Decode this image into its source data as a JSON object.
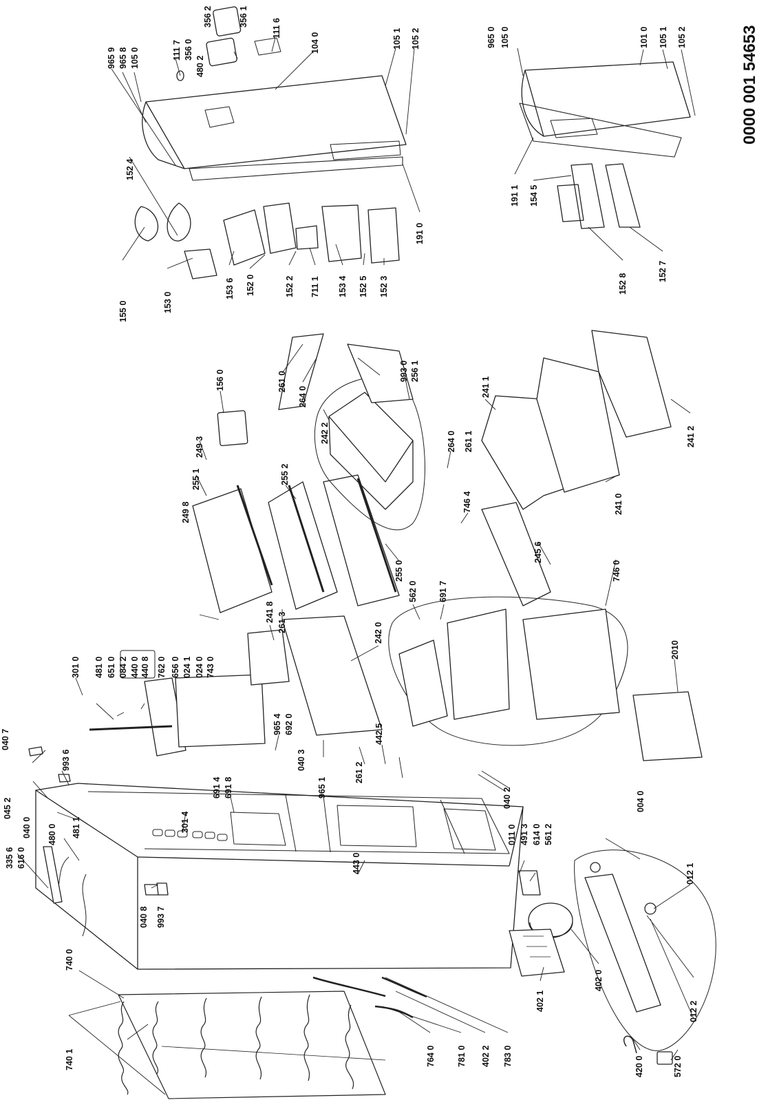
{
  "document_id": "0000 001 54653",
  "parts": [
    "965 9",
    "965 8",
    "105 0",
    "111 7",
    "356 0",
    "356 2",
    "356 1",
    "111 6",
    "480 2",
    "104 0",
    "105 1",
    "105 2",
    "965 0",
    "105 0",
    "101 0",
    "105 1",
    "105 2",
    "191 1",
    "154 5",
    "152 8",
    "152 7",
    "152 4",
    "155 0",
    "153 0",
    "153 6",
    "152 0",
    "152 2",
    "711 1",
    "153 4",
    "152 5",
    "152 3",
    "191 0",
    "156 0",
    "249 3",
    "255 1",
    "249 8",
    "261 0",
    "264 0",
    "993 0",
    "256 1",
    "242 2",
    "255 2",
    "264 0",
    "261 1",
    "746 4",
    "241 1",
    "241 0",
    "241 2",
    "245 6",
    "746 0",
    "2010",
    "301 0",
    "481 0",
    "651 0",
    "084 2",
    "440 0",
    "440 8",
    "762 0",
    "656 0",
    "024 1",
    "024 0",
    "743 0",
    "241 8",
    "261 3",
    "242 0",
    "255 0",
    "562 0",
    "691 7",
    "965 4",
    "692 0",
    "040 3",
    "965 1",
    "442 5",
    "261 2",
    "040 7",
    "993 6",
    "045 2",
    "040 0",
    "480 0",
    "481 1",
    "335 6",
    "616 0",
    "691 4",
    "691 8",
    "301 4",
    "040 8",
    "993 7",
    "443 0",
    "040 2",
    "011 0",
    "491 3",
    "614 0",
    "561 2",
    "004 0",
    "012 1",
    "012 2",
    "740 0",
    "740 1",
    "764 0",
    "781 0",
    "402 2",
    "783 0",
    "402 1",
    "402 0",
    "420 0",
    "572 0"
  ]
}
